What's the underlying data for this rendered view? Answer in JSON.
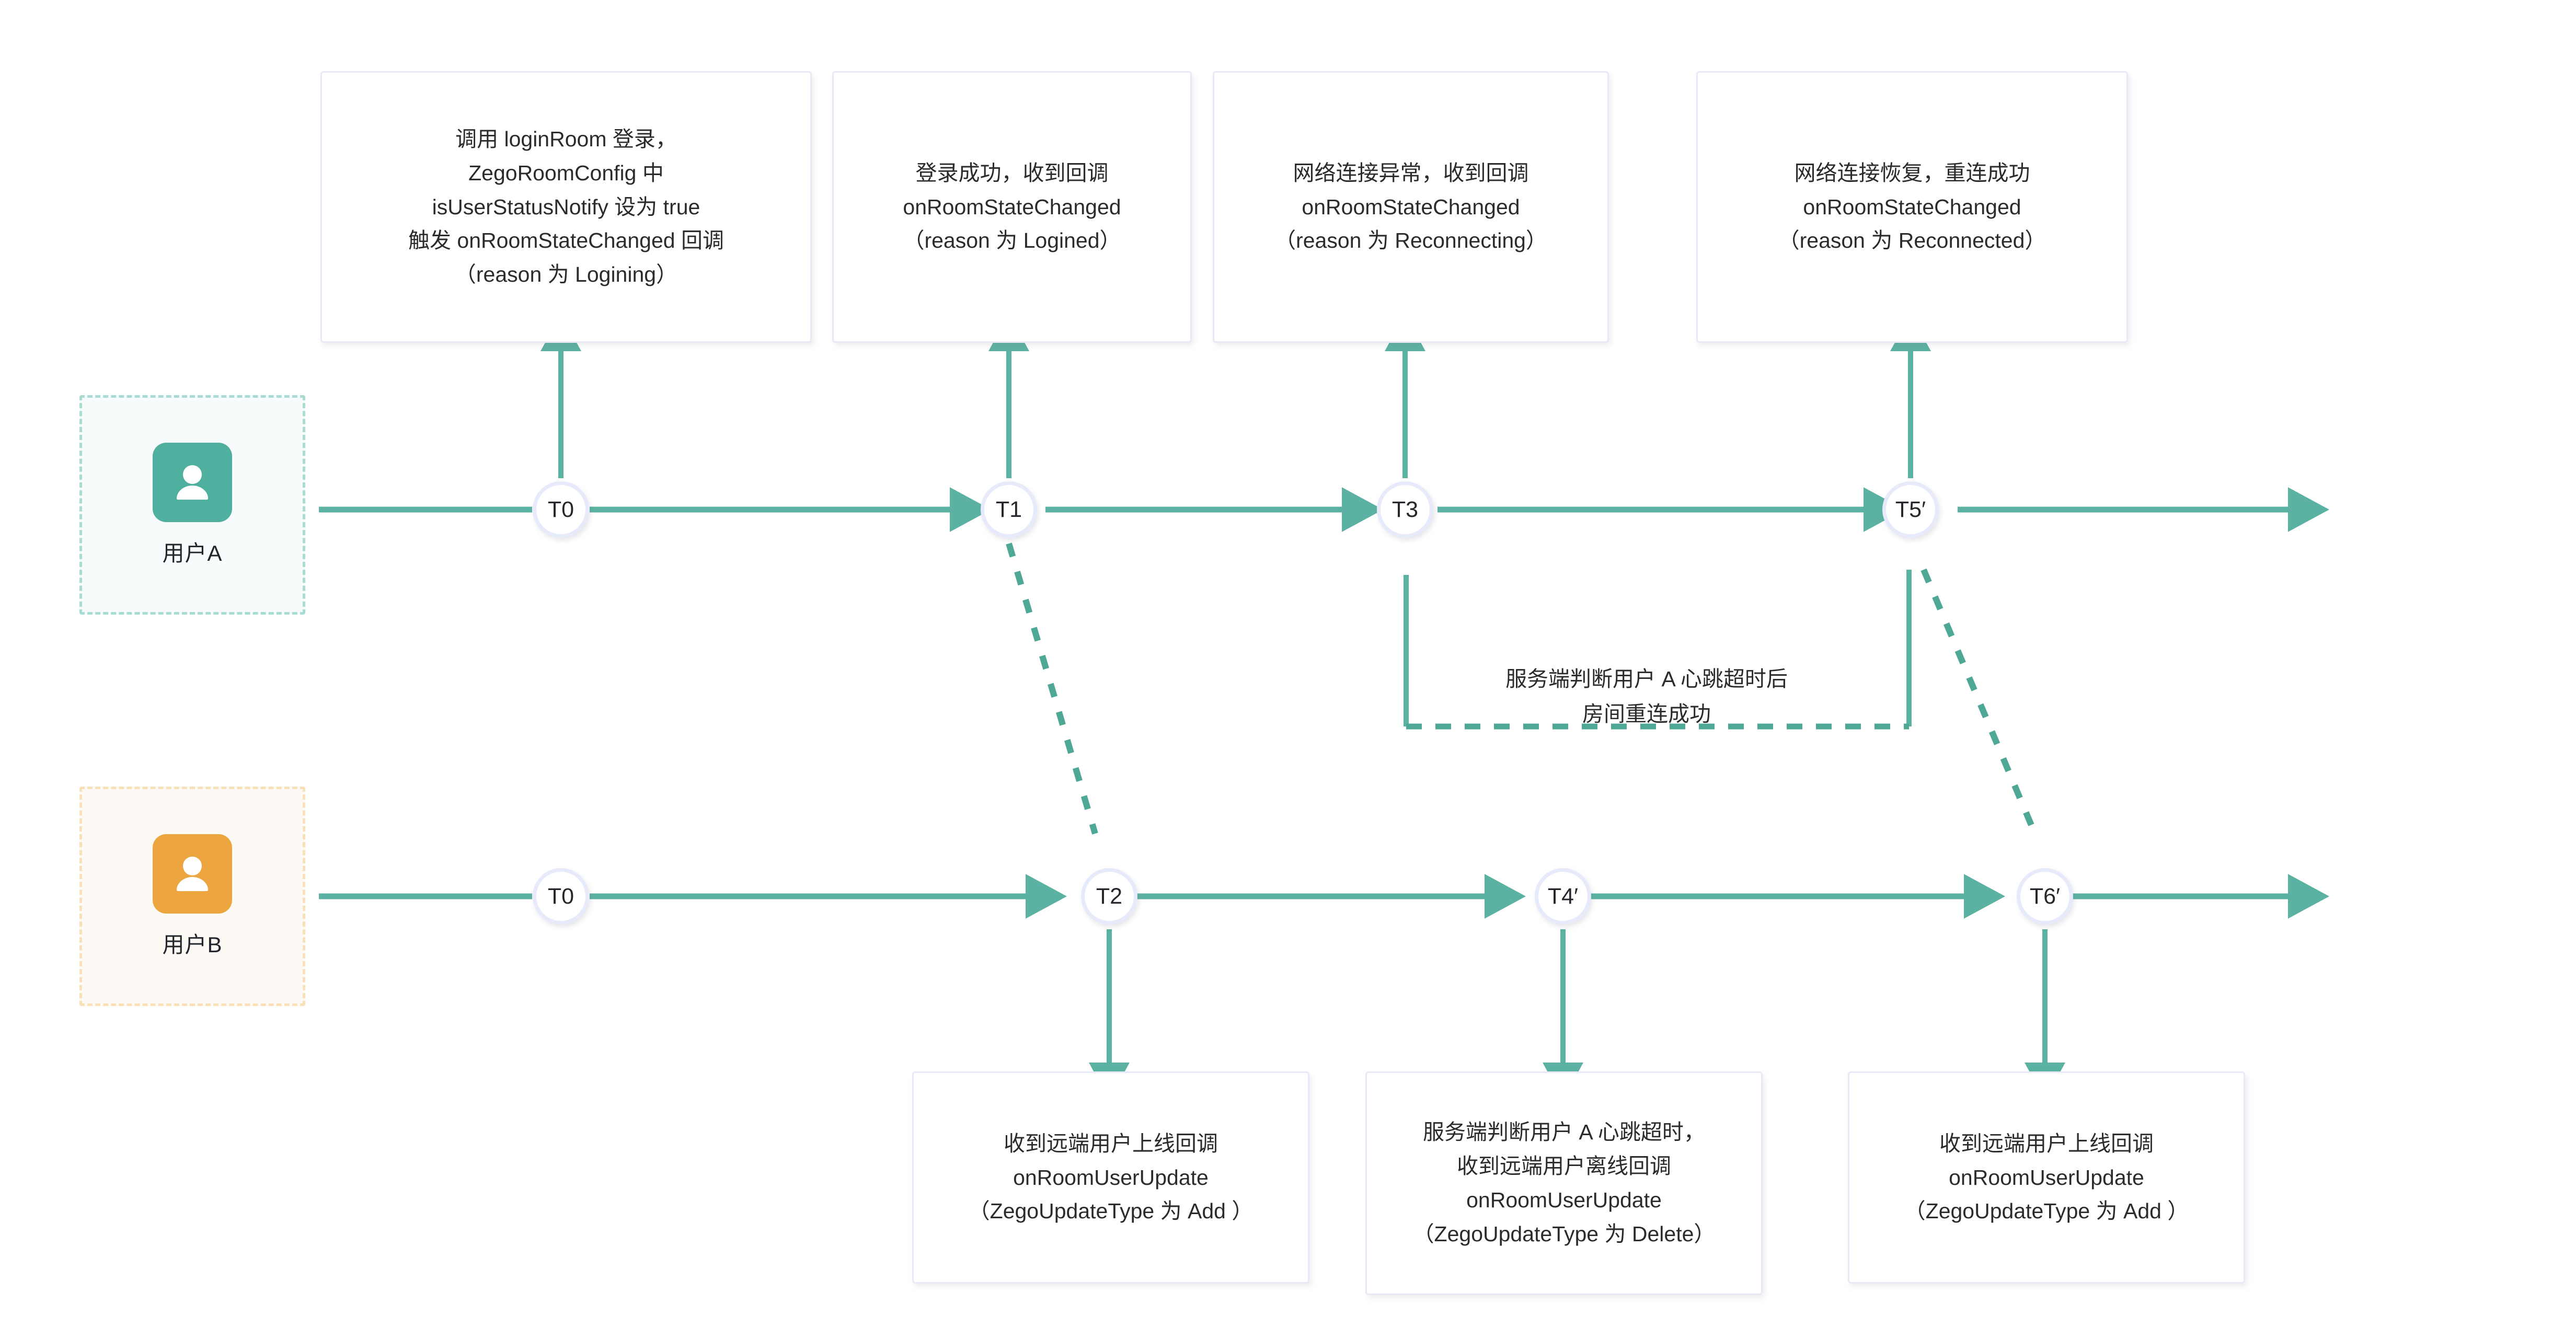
{
  "colors": {
    "teal": "#5cb2a2",
    "teal_dashed": "#4fa795",
    "box_border": "#e7e9f7",
    "node_border": "#e6eafb",
    "avatar_a": "#4fb0a0",
    "avatar_b": "#eda63f",
    "lane_a_border": "#a8dbd1",
    "lane_b_border": "#fae0b8",
    "text": "#2b2b2b"
  },
  "lanes": [
    {
      "id": "user-a",
      "label": "用户A",
      "avatar_icon": "user-avatar-icon"
    },
    {
      "id": "user-b",
      "label": "用户B",
      "avatar_icon": "user-avatar-icon"
    }
  ],
  "timeline_a": {
    "nodes": [
      {
        "id": "a-t0",
        "label": "T0"
      },
      {
        "id": "a-t1",
        "label": "T1"
      },
      {
        "id": "a-t3",
        "label": "T3"
      },
      {
        "id": "a-t5",
        "label": "T5′"
      }
    ]
  },
  "timeline_b": {
    "nodes": [
      {
        "id": "b-t0",
        "label": "T0"
      },
      {
        "id": "b-t2",
        "label": "T2"
      },
      {
        "id": "b-t4",
        "label": "T4′"
      },
      {
        "id": "b-t6",
        "label": "T6′"
      }
    ]
  },
  "top_boxes": [
    {
      "id": "box-login-call",
      "anchor_node": "a-t0",
      "text": "调用 loginRoom 登录，\nZegoRoomConfig 中\nisUserStatusNotify 设为 true\n触发 onRoomStateChanged 回调\n（reason 为 Logining）"
    },
    {
      "id": "box-login-success",
      "anchor_node": "a-t1",
      "text": "登录成功，收到回调\nonRoomStateChanged\n（reason 为 Logined）"
    },
    {
      "id": "box-network-error",
      "anchor_node": "a-t3",
      "text": "网络连接异常，收到回调\nonRoomStateChanged\n（reason 为 Reconnecting）"
    },
    {
      "id": "box-network-recovered",
      "anchor_node": "a-t5",
      "text": "网络连接恢复，重连成功\nonRoomStateChanged\n（reason 为 Reconnected）"
    }
  ],
  "bottom_boxes": [
    {
      "id": "box-remote-user-online-1",
      "anchor_node": "b-t2",
      "text": "收到远端用户上线回调\nonRoomUserUpdate\n（ZegoUpdateType 为 Add ）"
    },
    {
      "id": "box-remote-user-offline",
      "anchor_node": "b-t4",
      "text": "服务端判断用户 A 心跳超时，\n收到远端用户离线回调\nonRoomUserUpdate\n（ZegoUpdateType 为 Delete）"
    },
    {
      "id": "box-remote-user-online-2",
      "anchor_node": "b-t6",
      "text": "收到远端用户上线回调\nonRoomUserUpdate\n（ZegoUpdateType 为 Add ）"
    }
  ],
  "annotations": [
    {
      "id": "annot-heartbeat-timeout",
      "text": "服务端判断用户 A 心跳超时后\n房间重连成功"
    }
  ]
}
